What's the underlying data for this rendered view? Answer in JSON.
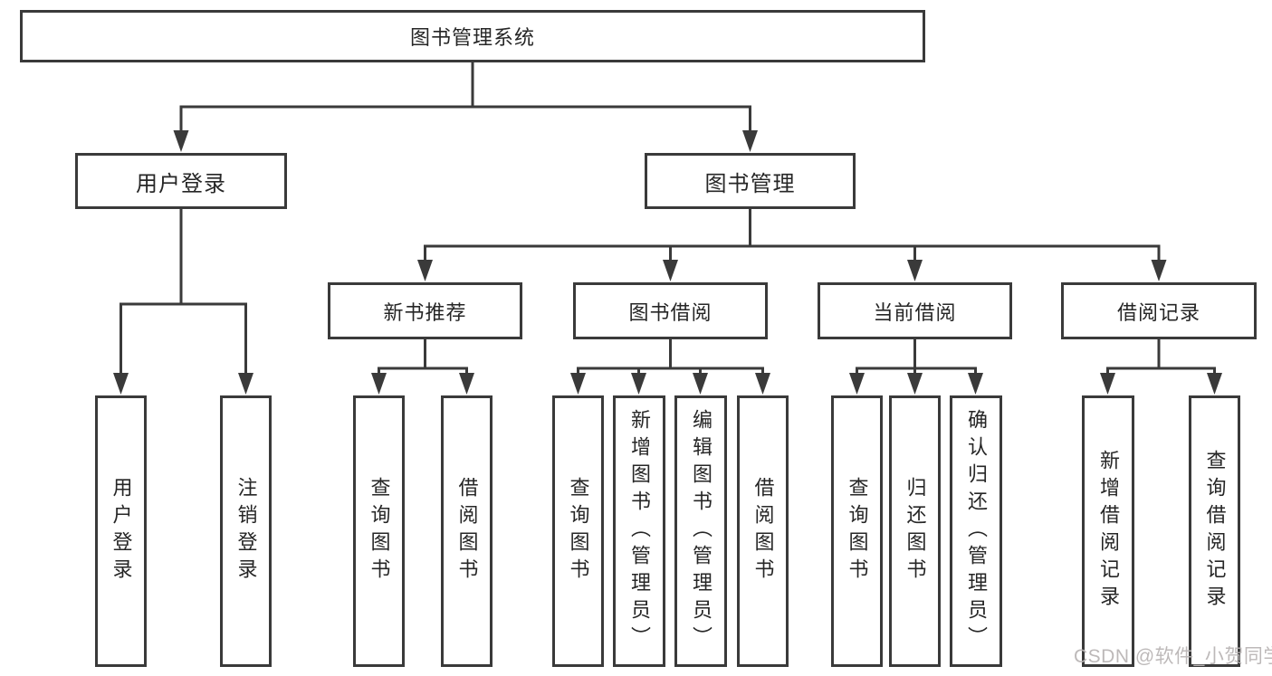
{
  "diagram": {
    "root": {
      "label": "图书管理系统"
    },
    "level2": [
      {
        "label": "用户登录"
      },
      {
        "label": "图书管理"
      }
    ],
    "level3": [
      {
        "label": "新书推荐"
      },
      {
        "label": "图书借阅"
      },
      {
        "label": "当前借阅"
      },
      {
        "label": "借阅记录"
      }
    ],
    "leaves": [
      {
        "label": "用户登录"
      },
      {
        "label": "注销登录"
      },
      {
        "label": "查询图书"
      },
      {
        "label": "借阅图书"
      },
      {
        "label": "查询图书"
      },
      {
        "label": "新增图书（管理员）"
      },
      {
        "label": "编辑图书（管理员）"
      },
      {
        "label": "借阅图书"
      },
      {
        "label": "查询图书"
      },
      {
        "label": "归还图书"
      },
      {
        "label": "确认归还（管理员）"
      },
      {
        "label": "新增借阅记录"
      },
      {
        "label": "查询借阅记录"
      }
    ],
    "watermark": {
      "text": "CSDN @软件_小贺同学",
      "color": "#bab6b6"
    },
    "colors": {
      "line": "#3a3a3a",
      "box_border": "#3a3a3a",
      "text": "#262626",
      "background": "#ffffff"
    }
  }
}
